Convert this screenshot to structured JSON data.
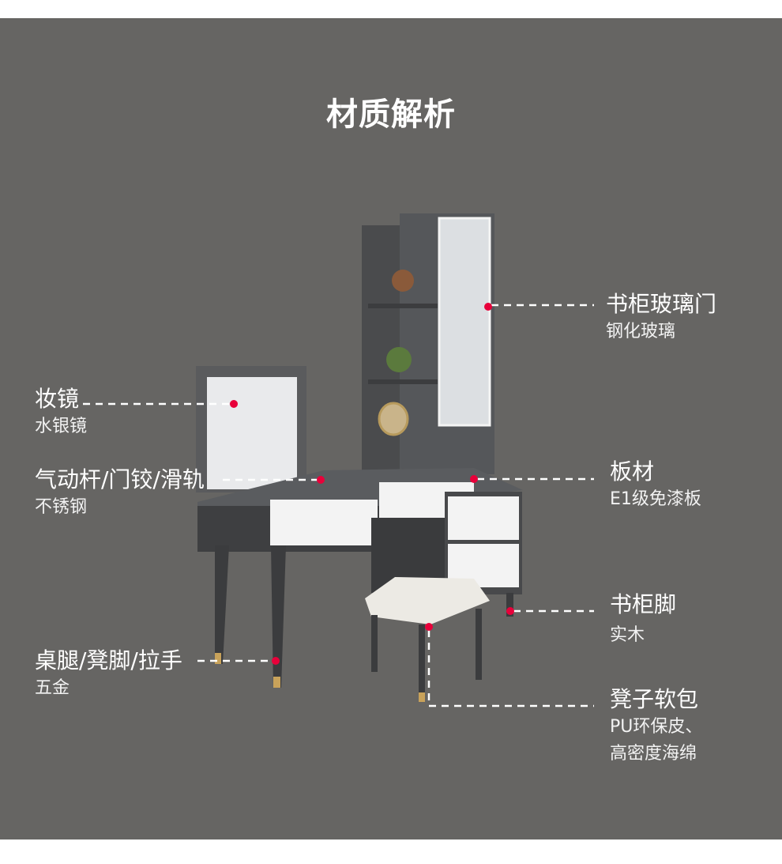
{
  "title": "材质解析",
  "colors": {
    "background": "#666563",
    "dot": "#e8003a",
    "text": "#ffffff"
  },
  "annotations": [
    {
      "id": "cabinet-glass-door",
      "label": "书柜玻璃门",
      "material": [
        "钢化玻璃"
      ]
    },
    {
      "id": "vanity-mirror",
      "label": "妆镜",
      "material": [
        "水银镜"
      ]
    },
    {
      "id": "hardware-hinge",
      "label": "气动杆/门铰/滑轨",
      "material": [
        "不锈钢"
      ]
    },
    {
      "id": "board",
      "label": "板材",
      "material": [
        "E1级免漆板"
      ]
    },
    {
      "id": "cabinet-feet",
      "label": "书柜脚",
      "material": [
        "实木"
      ]
    },
    {
      "id": "legs-handles",
      "label": "桌腿/凳脚/拉手",
      "material": [
        "五金"
      ]
    },
    {
      "id": "stool-cushion",
      "label": "凳子软包",
      "material": [
        "PU环保皮、",
        "高密度海绵"
      ]
    }
  ]
}
